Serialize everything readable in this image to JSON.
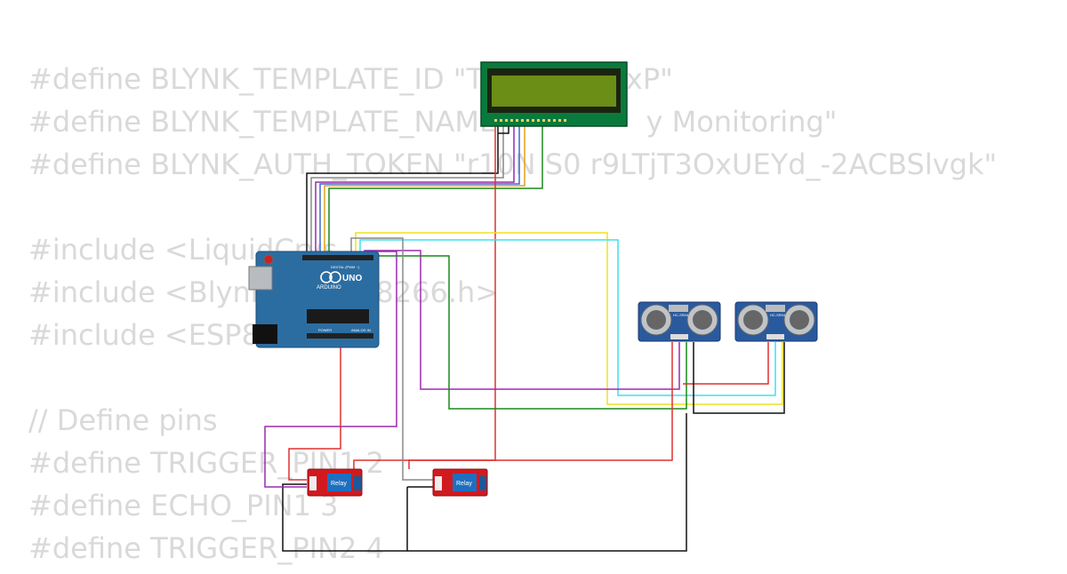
{
  "code_lines": [
    "#define BLYNK_TEMPLATE_ID \"TM             xP\"",
    "#define BLYNK_TEMPLATE_NAME \"              y Monitoring\"",
    "#define BLYNK_AUTH_TOKEN \"r10N S0 r9LTjT3OxUEYd_-2ACBSlvgk\"",
    "",
    "#include <LiquidCrys     ",
    "#include <BlynkS          8266.h>",
    "#include <ESP82",
    "",
    "// Define pins",
    "#define TRIGGER_PIN1 2",
    "#define ECHO_PIN1 3",
    "#define TRIGGER_PIN2 4"
  ],
  "components": {
    "arduino": {
      "brand": "ARDUINO",
      "model": "UNO",
      "digital_label": "DIGITAL (PWM ~)",
      "power_label": "POWER",
      "analog_label": "ANALOG IN"
    },
    "relay_1": {
      "label": "Relay"
    },
    "relay_2": {
      "label": "Relay"
    },
    "ultrasonic_1": {
      "label": "HC-SR04"
    },
    "ultrasonic_2": {
      "label": "HC-SR04"
    }
  },
  "colors": {
    "code_text": "#d9d9d9",
    "lcd_pcb": "#0a7a3c",
    "lcd_screen": "#6b8e16",
    "arduino_board": "#2c6da1",
    "relay_board": "#d11a1f",
    "relay_block": "#1f6fc0",
    "sensor_board": "#2a5a9e",
    "wire_red": "#e03030",
    "wire_black": "#111111",
    "wire_yellow": "#f0e020",
    "wire_cyan": "#3fe0f0",
    "wire_green": "#1a8a1a",
    "wire_purple": "#9a2ab0",
    "wire_gray": "#888888"
  }
}
